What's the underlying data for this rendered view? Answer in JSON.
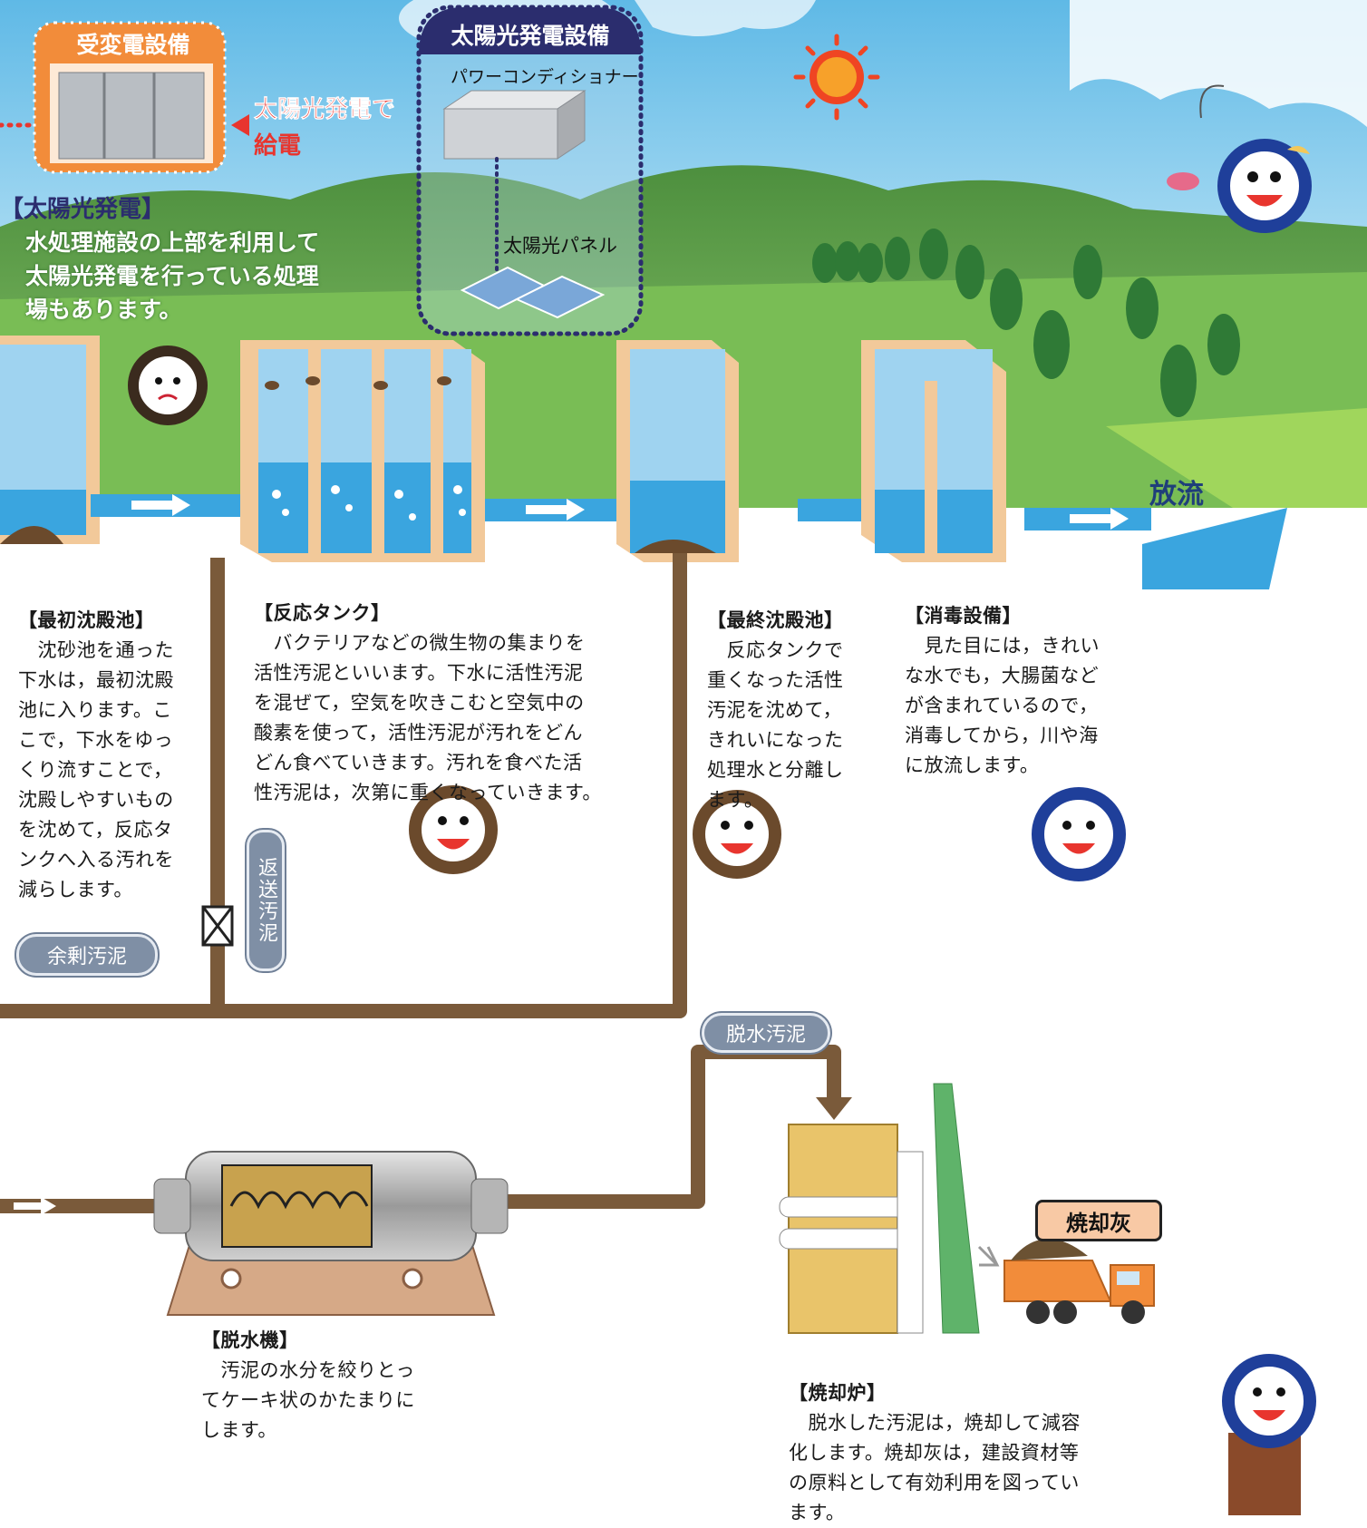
{
  "solar": {
    "substation_title": "受変電設備",
    "solar_facility_title": "太陽光発電設備",
    "power_conditioner": "パワーコンディショナー",
    "supply_line1": "太陽光発電で",
    "supply_line2": "給電",
    "panel_label": "太陽光パネル",
    "note_title": "【太陽光発電】",
    "note_line1": "水処理施設の上部を利用して",
    "note_line2": "太陽光発電を行っている処理",
    "note_line3": "場もあります。"
  },
  "discharge_label": "放流",
  "sections": {
    "primary": {
      "title": "【最初沈殿池】",
      "body": "　沈砂池を通った\n下水は，最初沈殿\n池に入ります。こ\nこで，下水をゆっ\nくり流すことで，\n沈殿しやすいもの\nを沈めて，反応タ\nンクへ入る汚れを\n減らします。"
    },
    "reaction": {
      "title": "【反応タンク】",
      "body": "　バクテリアなどの微生物の集まりを\n活性汚泥といいます。下水に活性汚泥\nを混ぜて，空気を吹きこむと空気中の\n酸素を使って，活性汚泥が汚れをどん\nどん食べていきます。汚れを食べた活\n性汚泥は，次第に重くなっていきます。"
    },
    "final": {
      "title": "【最終沈殿池】",
      "body": "　反応タンクで\n重くなった活性\n汚泥を沈めて，\nきれいになった\n処理水と分離し\nます。"
    },
    "disinfection": {
      "title": "【消毒設備】",
      "body": "　見た目には，きれい\nな水でも，大腸菌など\nが含まれているので，\n消毒してから，川や海\nに放流します。"
    },
    "dewatering": {
      "title": "【脱水機】",
      "body": "　汚泥の水分を絞りとっ\nてケーキ状のかたまりに\nします。"
    },
    "incinerator": {
      "title": "【焼却炉】",
      "body": "　脱水した汚泥は，焼却して減容\n化します。焼却灰は，建設資材等\nの原料として有効利用を図ってい\nます。"
    }
  },
  "pills": {
    "return_sludge": "返送汚泥",
    "excess_sludge": "余剰汚泥",
    "dewatered_sludge": "脱水汚泥"
  },
  "ash_label": "焼却灰",
  "colors": {
    "sky": "#8fd0ee",
    "grass": "#6ab04c",
    "water": "#3aa5df",
    "tank_wall": "#f2c99a",
    "sludge_pipe": "#7a5a3a",
    "substation_accent": "#f28c3a",
    "solar_accent": "#2b2d6e",
    "supply_red": "#e8352e",
    "ash_box": "#f8c9a5"
  }
}
